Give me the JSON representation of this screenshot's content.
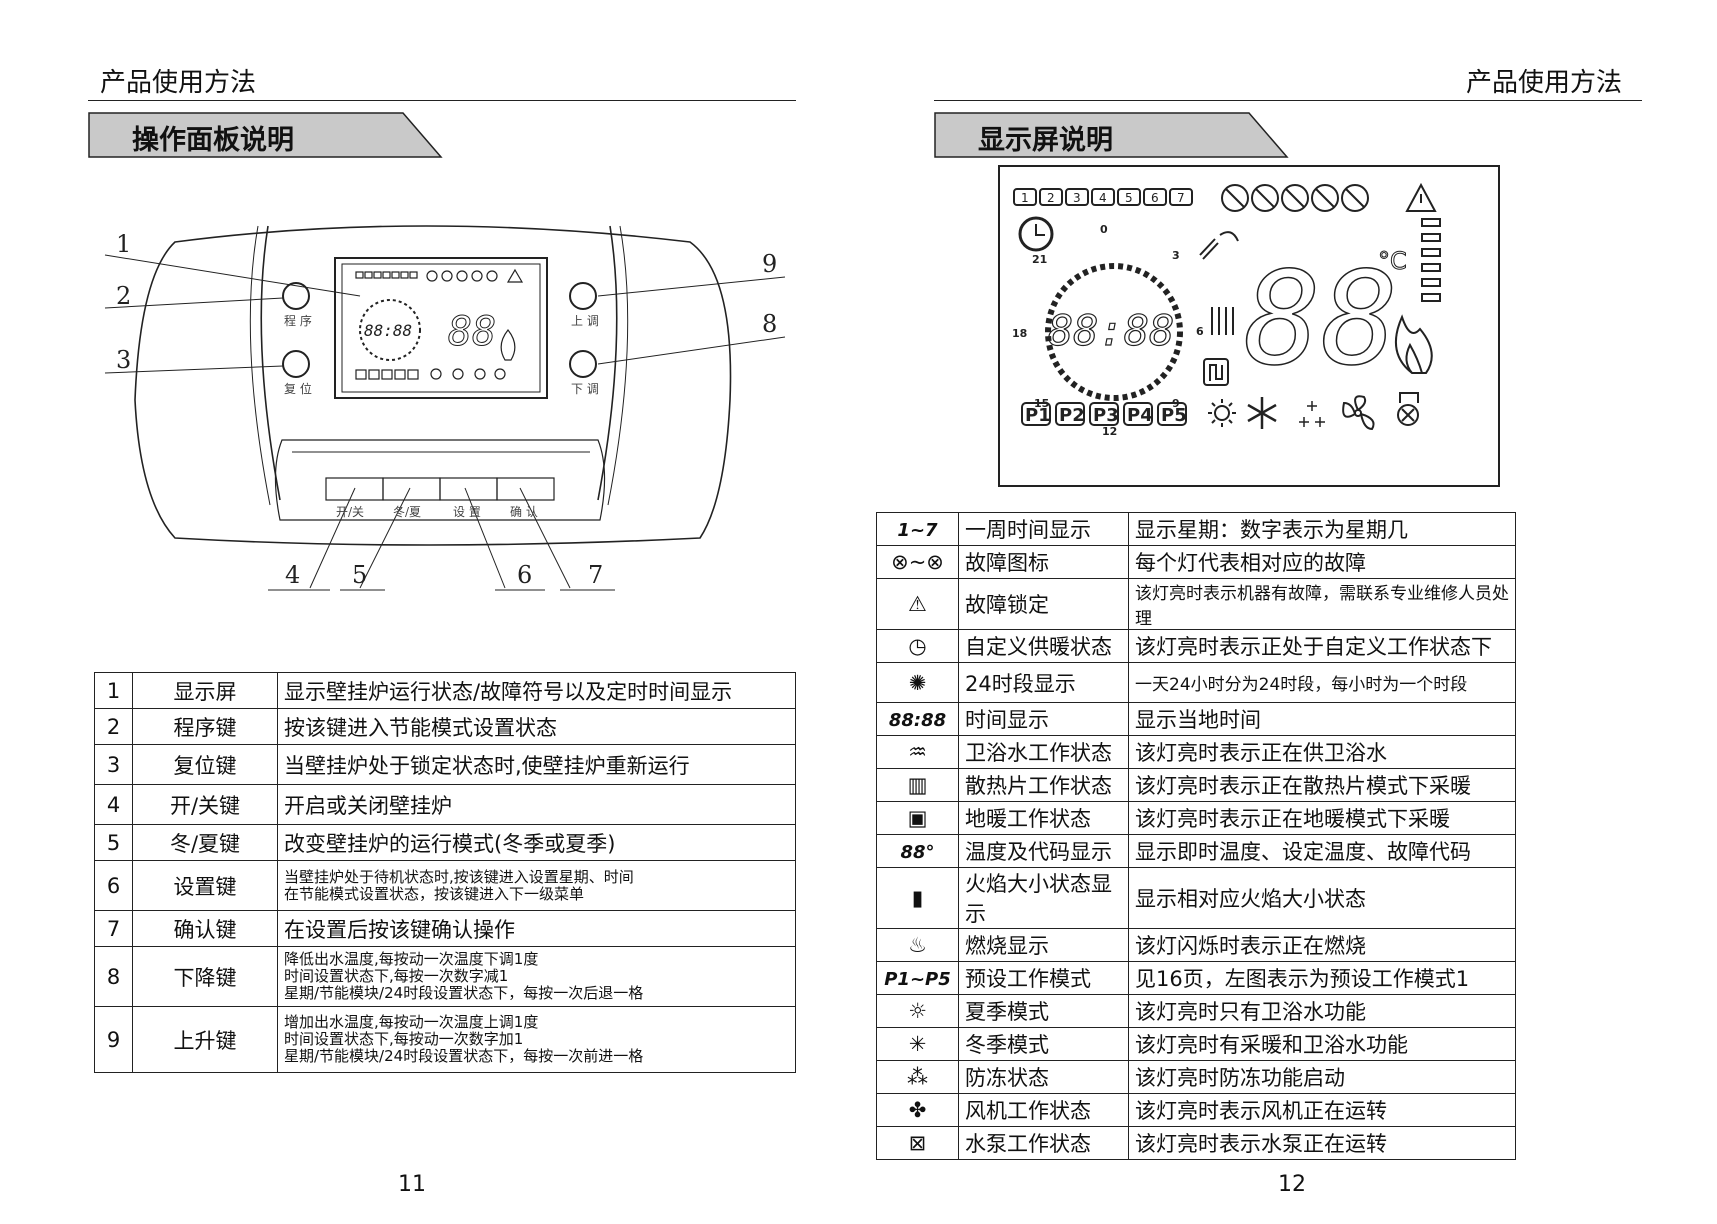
{
  "left_page": {
    "header": "产品使用方法",
    "section_title": "操作面板说明",
    "panel": {
      "callouts": [
        "1",
        "2",
        "3",
        "4",
        "5",
        "6",
        "7",
        "8",
        "9"
      ],
      "left_buttons": [
        "程 序",
        "复 位"
      ],
      "right_buttons": [
        "上 调",
        "下 调"
      ],
      "bottom_buttons": [
        "开/关",
        "冬/夏",
        "设 置",
        "确 认"
      ]
    },
    "table": [
      {
        "num": "1",
        "name": "显示屏",
        "desc": [
          "显示壁挂炉运行状态/故障符号以及定时时间显示"
        ]
      },
      {
        "num": "2",
        "name": "程序键",
        "desc": [
          "按该键进入节能模式设置状态"
        ]
      },
      {
        "num": "3",
        "name": "复位键",
        "desc": [
          "当壁挂炉处于锁定状态时,使壁挂炉重新运行"
        ]
      },
      {
        "num": "4",
        "name": "开/关键",
        "desc": [
          "开启或关闭壁挂炉"
        ]
      },
      {
        "num": "5",
        "name": "冬/夏键",
        "desc": [
          "改变壁挂炉的运行模式(冬季或夏季)"
        ]
      },
      {
        "num": "6",
        "name": "设置键",
        "desc": [
          "当壁挂炉处于待机状态时,按该键进入设置星期、时间",
          "在节能模式设置状态，按该键进入下一级菜单"
        ]
      },
      {
        "num": "7",
        "name": "确认键",
        "desc": [
          "在设置后按该键确认操作"
        ]
      },
      {
        "num": "8",
        "name": "下降键",
        "desc": [
          "降低出水温度,每按动一次温度下调1度",
          "时间设置状态下,每按一次数字减1",
          "星期/节能模块/24时段设置状态下，每按一次后退一格"
        ]
      },
      {
        "num": "9",
        "name": "上升键",
        "desc": [
          "增加出水温度,每按动一次温度上调1度",
          "时间设置状态下,每按动一次数字加1",
          "星期/节能模块/24时段设置状态下，每按一次前进一格"
        ]
      }
    ],
    "page_number": "11"
  },
  "right_page": {
    "header": "产品使用方法",
    "section_title": "显示屏说明",
    "lcd": {
      "days": [
        "1",
        "2",
        "3",
        "4",
        "5",
        "6",
        "7"
      ],
      "dial_numbers": [
        "0",
        "3",
        "6",
        "9",
        "12",
        "15",
        "18",
        "21"
      ],
      "time_digits": "88:88",
      "temp_digits": "88",
      "unit": "°C",
      "presets": [
        "P1",
        "P2",
        "P3",
        "P4",
        "P5"
      ]
    },
    "table": [
      {
        "icon": "day-range-icon",
        "icon_text": "1~7",
        "name": "一周时间显示",
        "desc": "显示星期：数字表示为星期几"
      },
      {
        "icon": "fault-range-icon",
        "icon_text": "",
        "name": "故障图标",
        "desc": "每个灯代表相对应的故障"
      },
      {
        "icon": "warning-icon",
        "icon_text": "",
        "name": "故障锁定",
        "desc": "该灯亮时表示机器有故障，需联系专业维修人员处理"
      },
      {
        "icon": "clock-icon",
        "icon_text": "",
        "name": "自定义供暖状态",
        "desc": "该灯亮时表示正处于自定义工作状态下"
      },
      {
        "icon": "dial-icon",
        "icon_text": "",
        "name": "24时段显示",
        "desc": "一天24小时分为24时段，每小时为一个时段"
      },
      {
        "icon": "time-digits-icon",
        "icon_text": "88:88",
        "name": "时间显示",
        "desc": "显示当地时间"
      },
      {
        "icon": "shower-icon",
        "icon_text": "",
        "name": "卫浴水工作状态",
        "desc": "该灯亮时表示正在供卫浴水"
      },
      {
        "icon": "radiator-icon",
        "icon_text": "",
        "name": "散热片工作状态",
        "desc": "该灯亮时表示正在散热片模式下采暖"
      },
      {
        "icon": "floor-heating-icon",
        "icon_text": "",
        "name": "地暖工作状态",
        "desc": "该灯亮时表示正在地暖模式下采暖"
      },
      {
        "icon": "temp-digits-icon",
        "icon_text": "88°",
        "name": "温度及代码显示",
        "desc": "显示即时温度、设定温度、故障代码"
      },
      {
        "icon": "flame-level-icon",
        "icon_text": "",
        "name": "火焰大小状态显示",
        "desc": "显示相对应火焰大小状态"
      },
      {
        "icon": "flame-icon",
        "icon_text": "",
        "name": "燃烧显示",
        "desc": "该灯闪烁时表示正在燃烧"
      },
      {
        "icon": "preset-range-icon",
        "icon_text": "P1~P5",
        "name": "预设工作模式",
        "desc": "见16页，左图表示为预设工作模式1"
      },
      {
        "icon": "sun-icon",
        "icon_text": "",
        "name": "夏季模式",
        "desc": "该灯亮时只有卫浴水功能"
      },
      {
        "icon": "snowflake-icon",
        "icon_text": "",
        "name": "冬季模式",
        "desc": "该灯亮时有采暖和卫浴水功能"
      },
      {
        "icon": "antifreeze-icon",
        "icon_text": "",
        "name": "防冻状态",
        "desc": "该灯亮时防冻功能启动"
      },
      {
        "icon": "fan-icon",
        "icon_text": "",
        "name": "风机工作状态",
        "desc": "该灯亮时表示风机正在运转"
      },
      {
        "icon": "pump-icon",
        "icon_text": "",
        "name": "水泵工作状态",
        "desc": "该灯亮时表示水泵正在运转"
      }
    ],
    "page_number": "12"
  }
}
